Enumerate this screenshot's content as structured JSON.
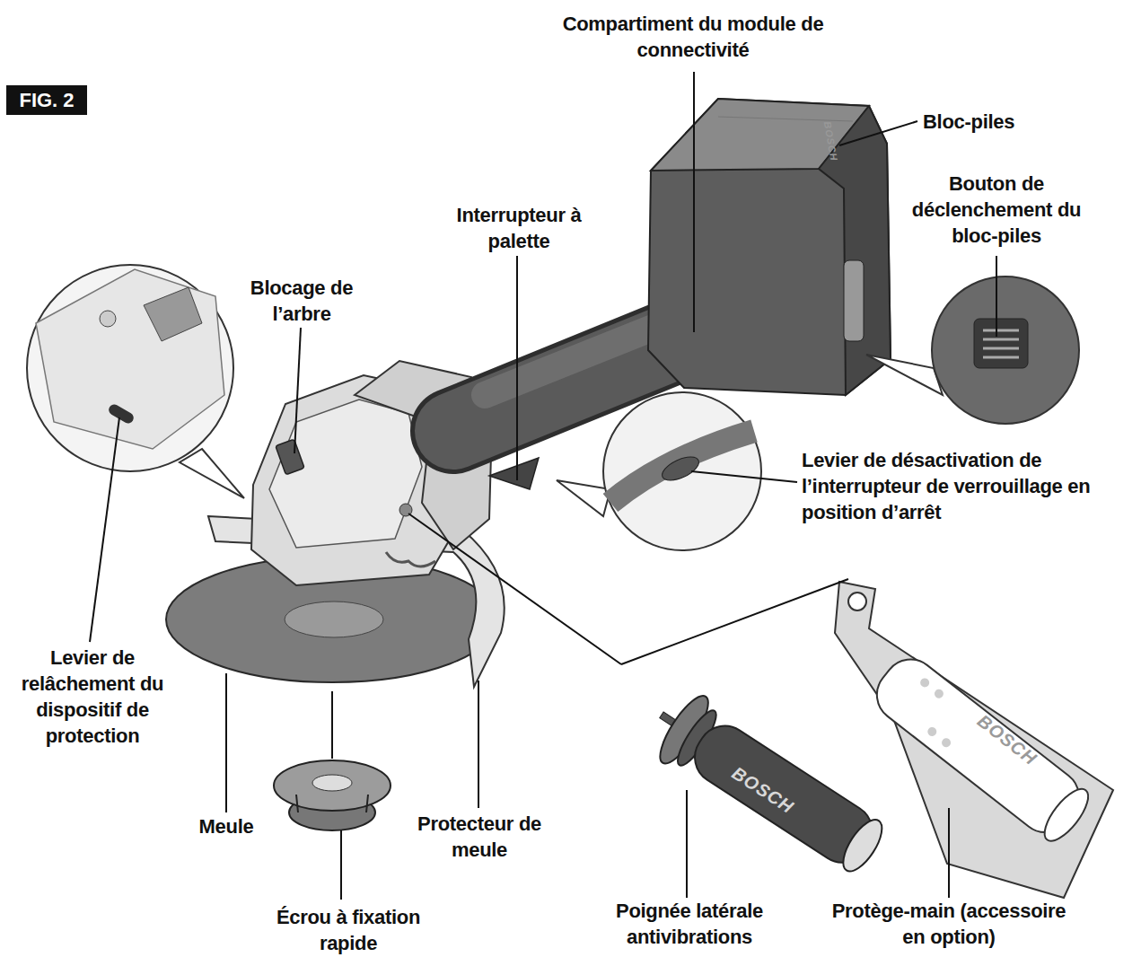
{
  "diagram": {
    "nodes": [
      {
        "text": [
          "FIG. 2"
        ]
      }
    ],
    "labels": [
      "Compartiment du module de connectivité",
      "Bloc-piles",
      "Bouton de déclenchement du bloc-piles",
      "Interrupteur à palette",
      "Blocage de l’arbre",
      "Levier de désactivation de l’interrupteur de verrouillage en position d’arrêt",
      "Levier de relâchement du dispositif de protection",
      "Meule",
      "Protecteur de meule",
      "Écrou à fixation rapide",
      "Poignée latérale antivibrations",
      "Protège-main (accessoire en option)",
      "BOSCH",
      "BOSCH",
      "BOSCH"
    ]
  }
}
